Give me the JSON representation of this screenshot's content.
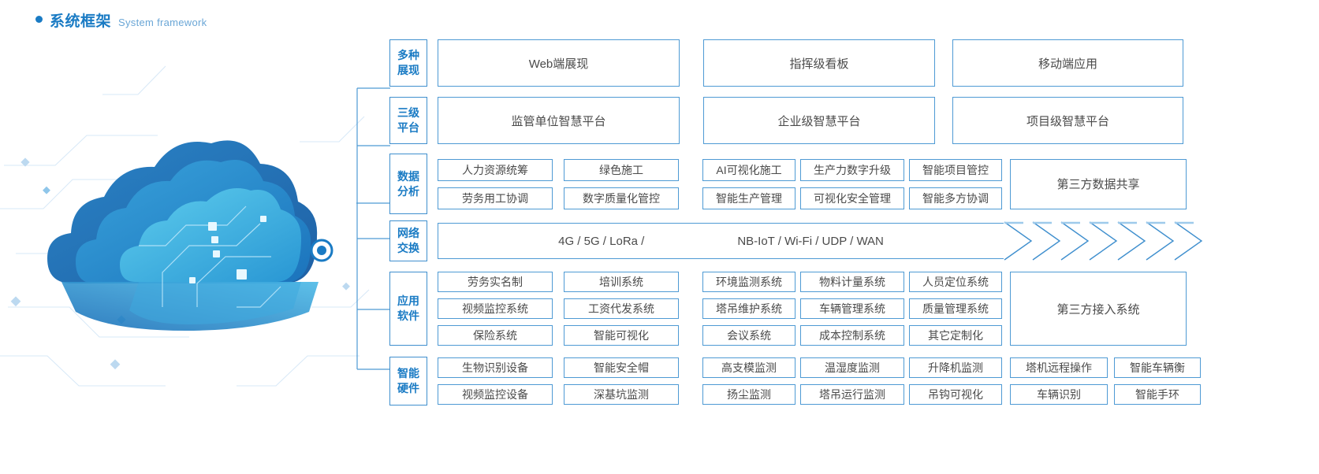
{
  "header": {
    "bullet": "bullet-dot",
    "title_cn": "系统框架",
    "title_en": "System framework",
    "accent": "#1a7bc4"
  },
  "artwork": {
    "name": "cloud-network-illustration",
    "colors": {
      "cloud_dark": "#1766b3",
      "cloud_mid": "#2d8fd0",
      "cloud_light": "#4fc3e8",
      "line": "#cfe4f5",
      "node": "#1a7bc4"
    }
  },
  "diagram": {
    "border_color": "#4e9ad4",
    "label_color": "#1a7bc4",
    "text_color": "#4a4a4a",
    "rows": [
      {
        "key": "display",
        "label": [
          "多种",
          "展现"
        ],
        "groups": [
          {
            "type": "single",
            "items": [
              "Web端展现"
            ]
          },
          {
            "type": "single",
            "items": [
              "指挥级看板"
            ]
          },
          {
            "type": "single",
            "items": [
              "移动端应用"
            ]
          }
        ]
      },
      {
        "key": "platform",
        "label": [
          "三级",
          "平台"
        ],
        "groups": [
          {
            "type": "single",
            "items": [
              "监管单位智慧平台"
            ]
          },
          {
            "type": "single",
            "items": [
              "企业级智慧平台"
            ]
          },
          {
            "type": "single",
            "items": [
              "项目级智慧平台"
            ]
          }
        ]
      },
      {
        "key": "data-analysis",
        "label": [
          "数据",
          "分析"
        ],
        "groups": [
          {
            "type": "grid",
            "rows": [
              [
                "人力资源统筹",
                "绿色施工"
              ],
              [
                "劳务用工协调",
                "数字质量化管控"
              ]
            ]
          },
          {
            "type": "grid",
            "rows": [
              [
                "AI可视化施工",
                "生产力数字升级",
                "智能项目管控"
              ],
              [
                "智能生产管理",
                "可视化安全管理",
                "智能多方协调"
              ]
            ]
          },
          {
            "type": "single",
            "items": [
              "第三方数据共享"
            ]
          }
        ]
      },
      {
        "key": "network",
        "label": [
          "网络",
          "交换"
        ],
        "network_text": [
          "4G / 5G / LoRa /",
          "NB-IoT / Wi-Fi / UDP / WAN"
        ],
        "chevron_count": 7
      },
      {
        "key": "app-software",
        "label": [
          "应用",
          "软件"
        ],
        "groups": [
          {
            "type": "grid",
            "rows": [
              [
                "劳务实名制",
                "培训系统"
              ],
              [
                "视频监控系统",
                "工资代发系统"
              ],
              [
                "保险系统",
                "智能可视化"
              ]
            ]
          },
          {
            "type": "grid",
            "rows": [
              [
                "环境监测系统",
                "物料计量系统",
                "人员定位系统"
              ],
              [
                "塔吊维护系统",
                "车辆管理系统",
                "质量管理系统"
              ],
              [
                "会议系统",
                "成本控制系统",
                "其它定制化"
              ]
            ]
          },
          {
            "type": "single",
            "items": [
              "第三方接入系统"
            ]
          }
        ]
      },
      {
        "key": "smart-hardware",
        "label": [
          "智能",
          "硬件"
        ],
        "groups": [
          {
            "type": "grid",
            "rows": [
              [
                "生物识别设备",
                "智能安全帽"
              ],
              [
                "视频监控设备",
                "深基坑监测"
              ]
            ]
          },
          {
            "type": "grid",
            "rows": [
              [
                "高支模监测",
                "温湿度监测",
                "升降机监测"
              ],
              [
                "扬尘监测",
                "塔吊运行监测",
                "吊钩可视化"
              ]
            ]
          },
          {
            "type": "grid",
            "rows": [
              [
                "塔机远程操作",
                "智能车辆衡"
              ],
              [
                "车辆识别",
                "智能手环"
              ]
            ]
          }
        ]
      }
    ]
  }
}
